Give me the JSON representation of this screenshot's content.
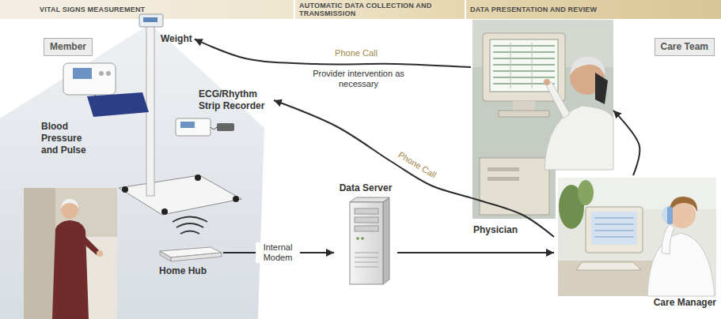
{
  "diagram": {
    "nodes": [
      {
        "text": [
          "Member"
        ]
      },
      {
        "text": [
          "Weight"
        ]
      },
      {
        "text": [
          "Blood Pressure and Pulse"
        ]
      },
      {
        "text": [
          "ECG/Rhythm Strip Recorder"
        ]
      },
      {
        "text": [
          "Home Hub"
        ]
      },
      {
        "text": [
          "Data Server"
        ]
      },
      {
        "text": [
          "Care Team"
        ]
      },
      {
        "text": [
          "Physician"
        ]
      },
      {
        "text": [
          "Care Manager"
        ]
      }
    ],
    "edges": [
      {
        "from": 7,
        "to": 1,
        "arrow": "to",
        "label": "Phone Call"
      },
      {
        "from": 8,
        "to": 3,
        "arrow": "to",
        "label": "Phone Call"
      },
      {
        "from": 4,
        "to": 5,
        "arrow": "to",
        "label": "Internal Modem"
      },
      {
        "from": 5,
        "to": 8,
        "arrow": "to"
      },
      {
        "from": 8,
        "to": 7,
        "arrow": "to"
      }
    ],
    "labels": [
      "VITAL SIGNS MEASUREMENT",
      "AUTOMATIC DATA COLLECTION AND TRANSMISSION",
      "DATA PRESENTATION AND REVIEW",
      "Provider intervention as necessary"
    ]
  }
}
